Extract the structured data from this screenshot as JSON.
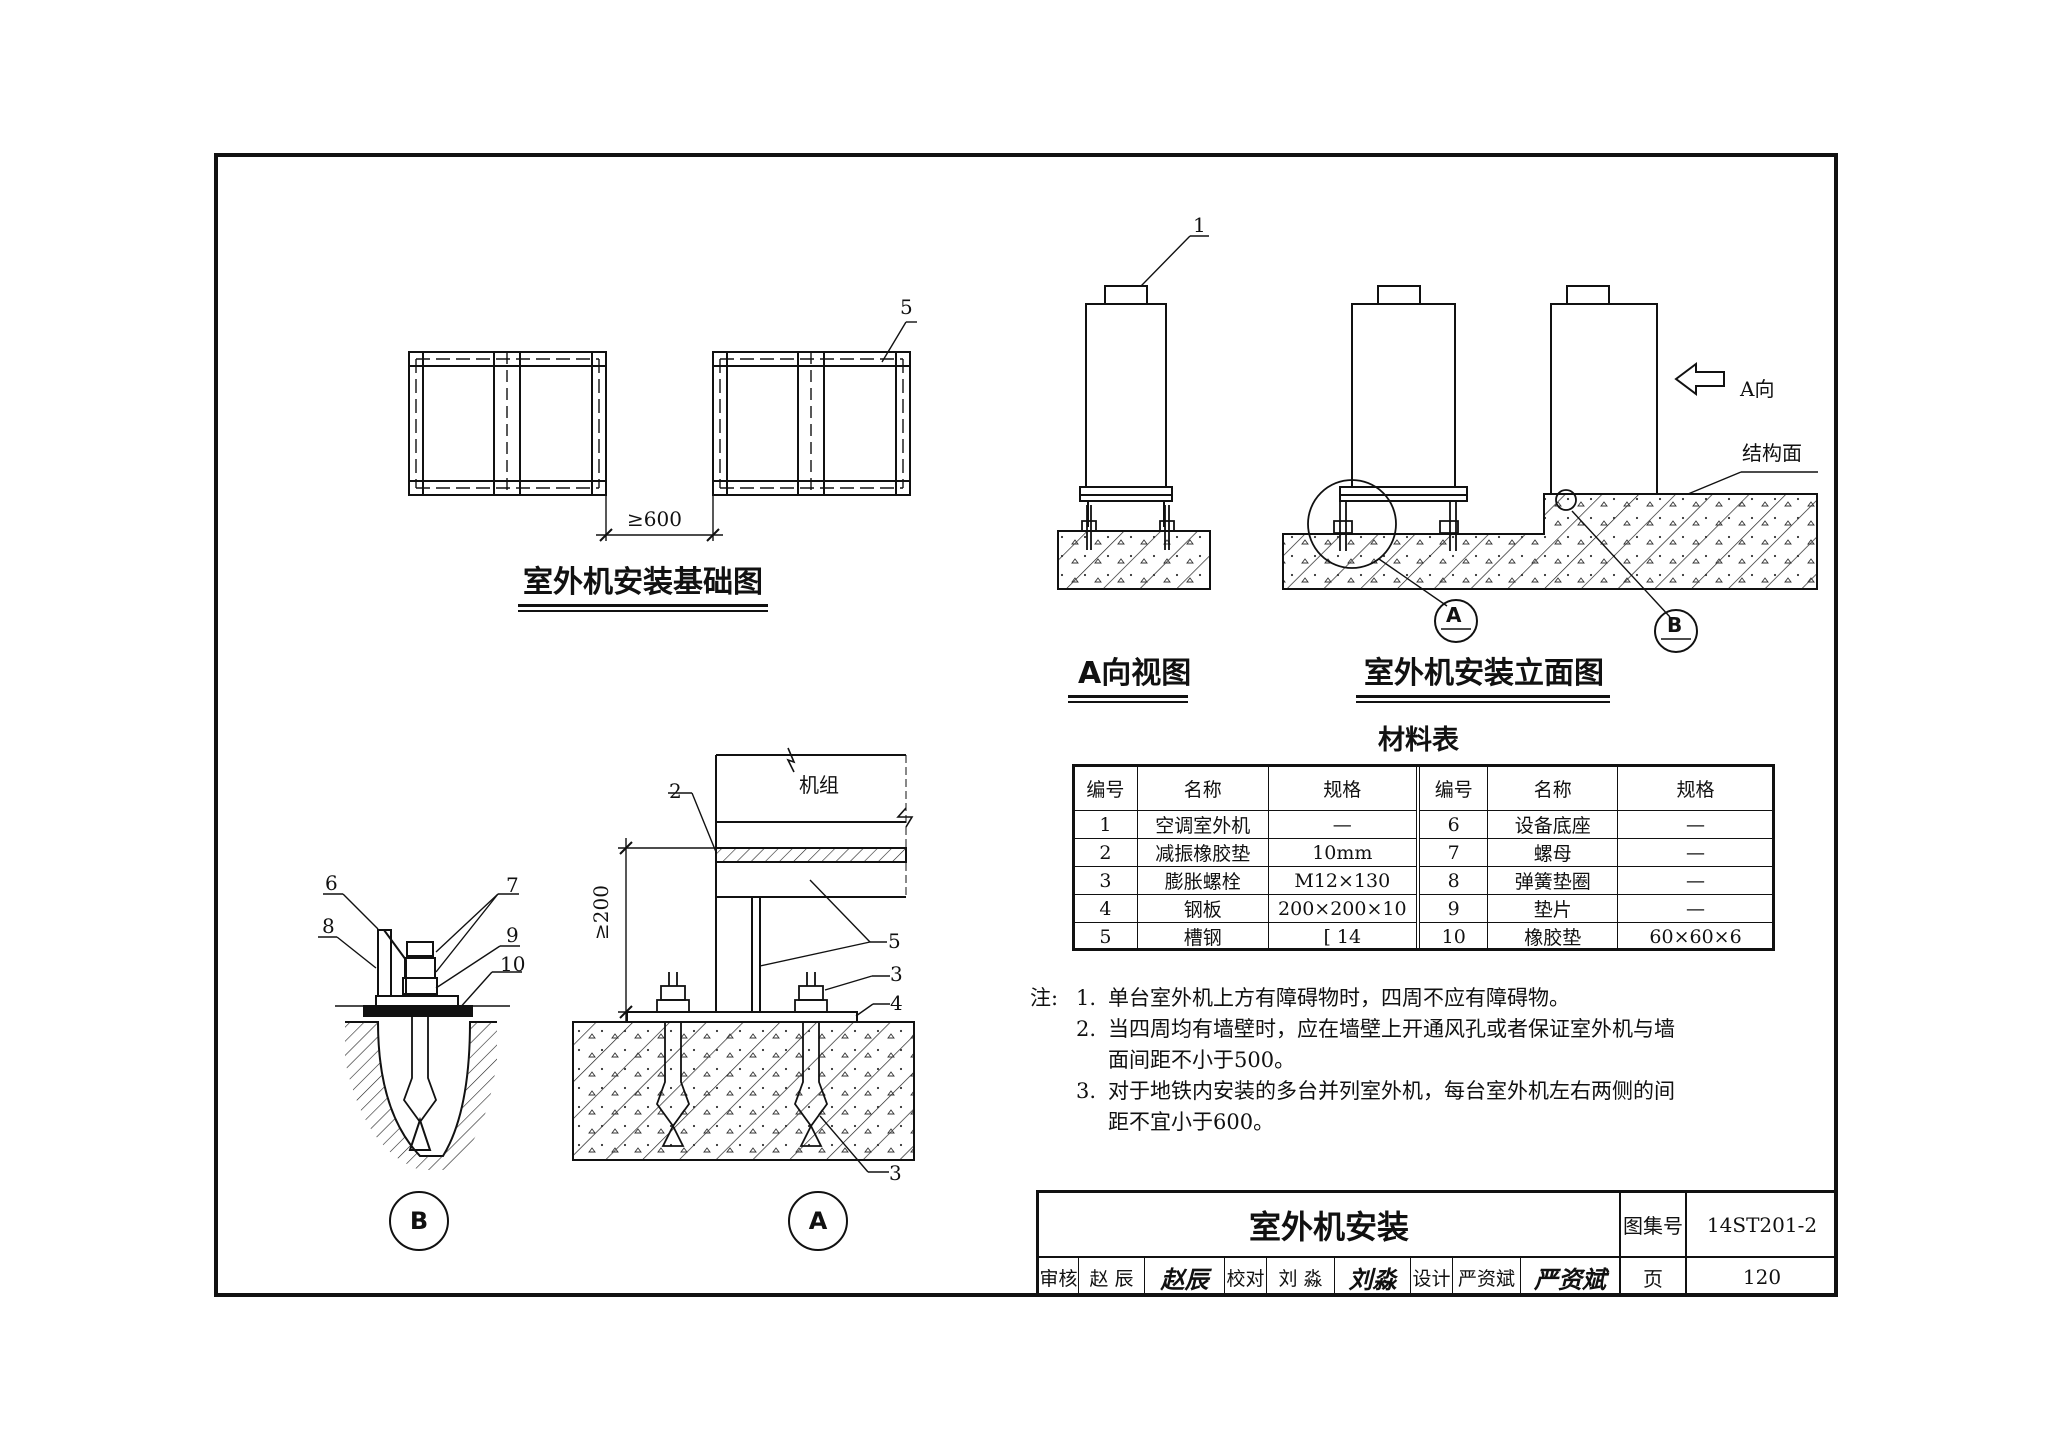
{
  "views": {
    "foundation_title": "室外机安装基础图",
    "a_view_title": "A向视图",
    "elevation_title": "室外机安装立面图",
    "foundation_spacing": "≥600",
    "a_direction": "A向",
    "structure_surface": "结构面",
    "unit_label": "机组",
    "height_dim": "≥200",
    "callouts": {
      "c1": "1",
      "c2": "2",
      "c3a": "3",
      "c3b": "3",
      "c4": "4",
      "c5a": "5",
      "c5b": "5",
      "c6": "6",
      "c7": "7",
      "c8": "8",
      "c9": "9",
      "c10": "10"
    },
    "detail_markers": {
      "a": "A",
      "b": "B"
    }
  },
  "materials": {
    "title": "材料表",
    "headers": [
      "编号",
      "名称",
      "规格",
      "编号",
      "名称",
      "规格"
    ],
    "rows": [
      [
        "1",
        "空调室外机",
        "—",
        "6",
        "设备底座",
        "—"
      ],
      [
        "2",
        "减振橡胶垫",
        "10mm",
        "7",
        "螺母",
        "—"
      ],
      [
        "3",
        "膨胀螺栓",
        "M12×130",
        "8",
        "弹簧垫圈",
        "—"
      ],
      [
        "4",
        "钢板",
        "200×200×10",
        "9",
        "垫片",
        "—"
      ],
      [
        "5",
        "槽钢",
        "[ 14",
        "10",
        "橡胶垫",
        "60×60×6"
      ]
    ]
  },
  "notes": {
    "prefix": "注:",
    "items": [
      {
        "num": "1.",
        "lines": [
          "单台室外机上方有障碍物时，四周不应有障碍物。"
        ]
      },
      {
        "num": "2.",
        "lines": [
          "当四周均有墙壁时，应在墙壁上开通风孔或者保证室外机与墙",
          "面间距不小于500。"
        ]
      },
      {
        "num": "3.",
        "lines": [
          "对于地铁内安装的多台并列室外机，每台室外机左右两侧的间",
          "距不宜小于600。"
        ]
      }
    ]
  },
  "title_block": {
    "drawing_title": "室外机安装",
    "atlas_label": "图集号",
    "atlas_no": "14ST201-2",
    "page_label": "页",
    "page_no": "120",
    "review_label": "审核",
    "reviewer": "赵 辰",
    "reviewer_sig": "赵辰",
    "check_label": "校对",
    "checker": "刘 淼",
    "checker_sig": "刘淼",
    "design_label": "设计",
    "designer": "严资斌",
    "designer_sig": "严资斌"
  }
}
